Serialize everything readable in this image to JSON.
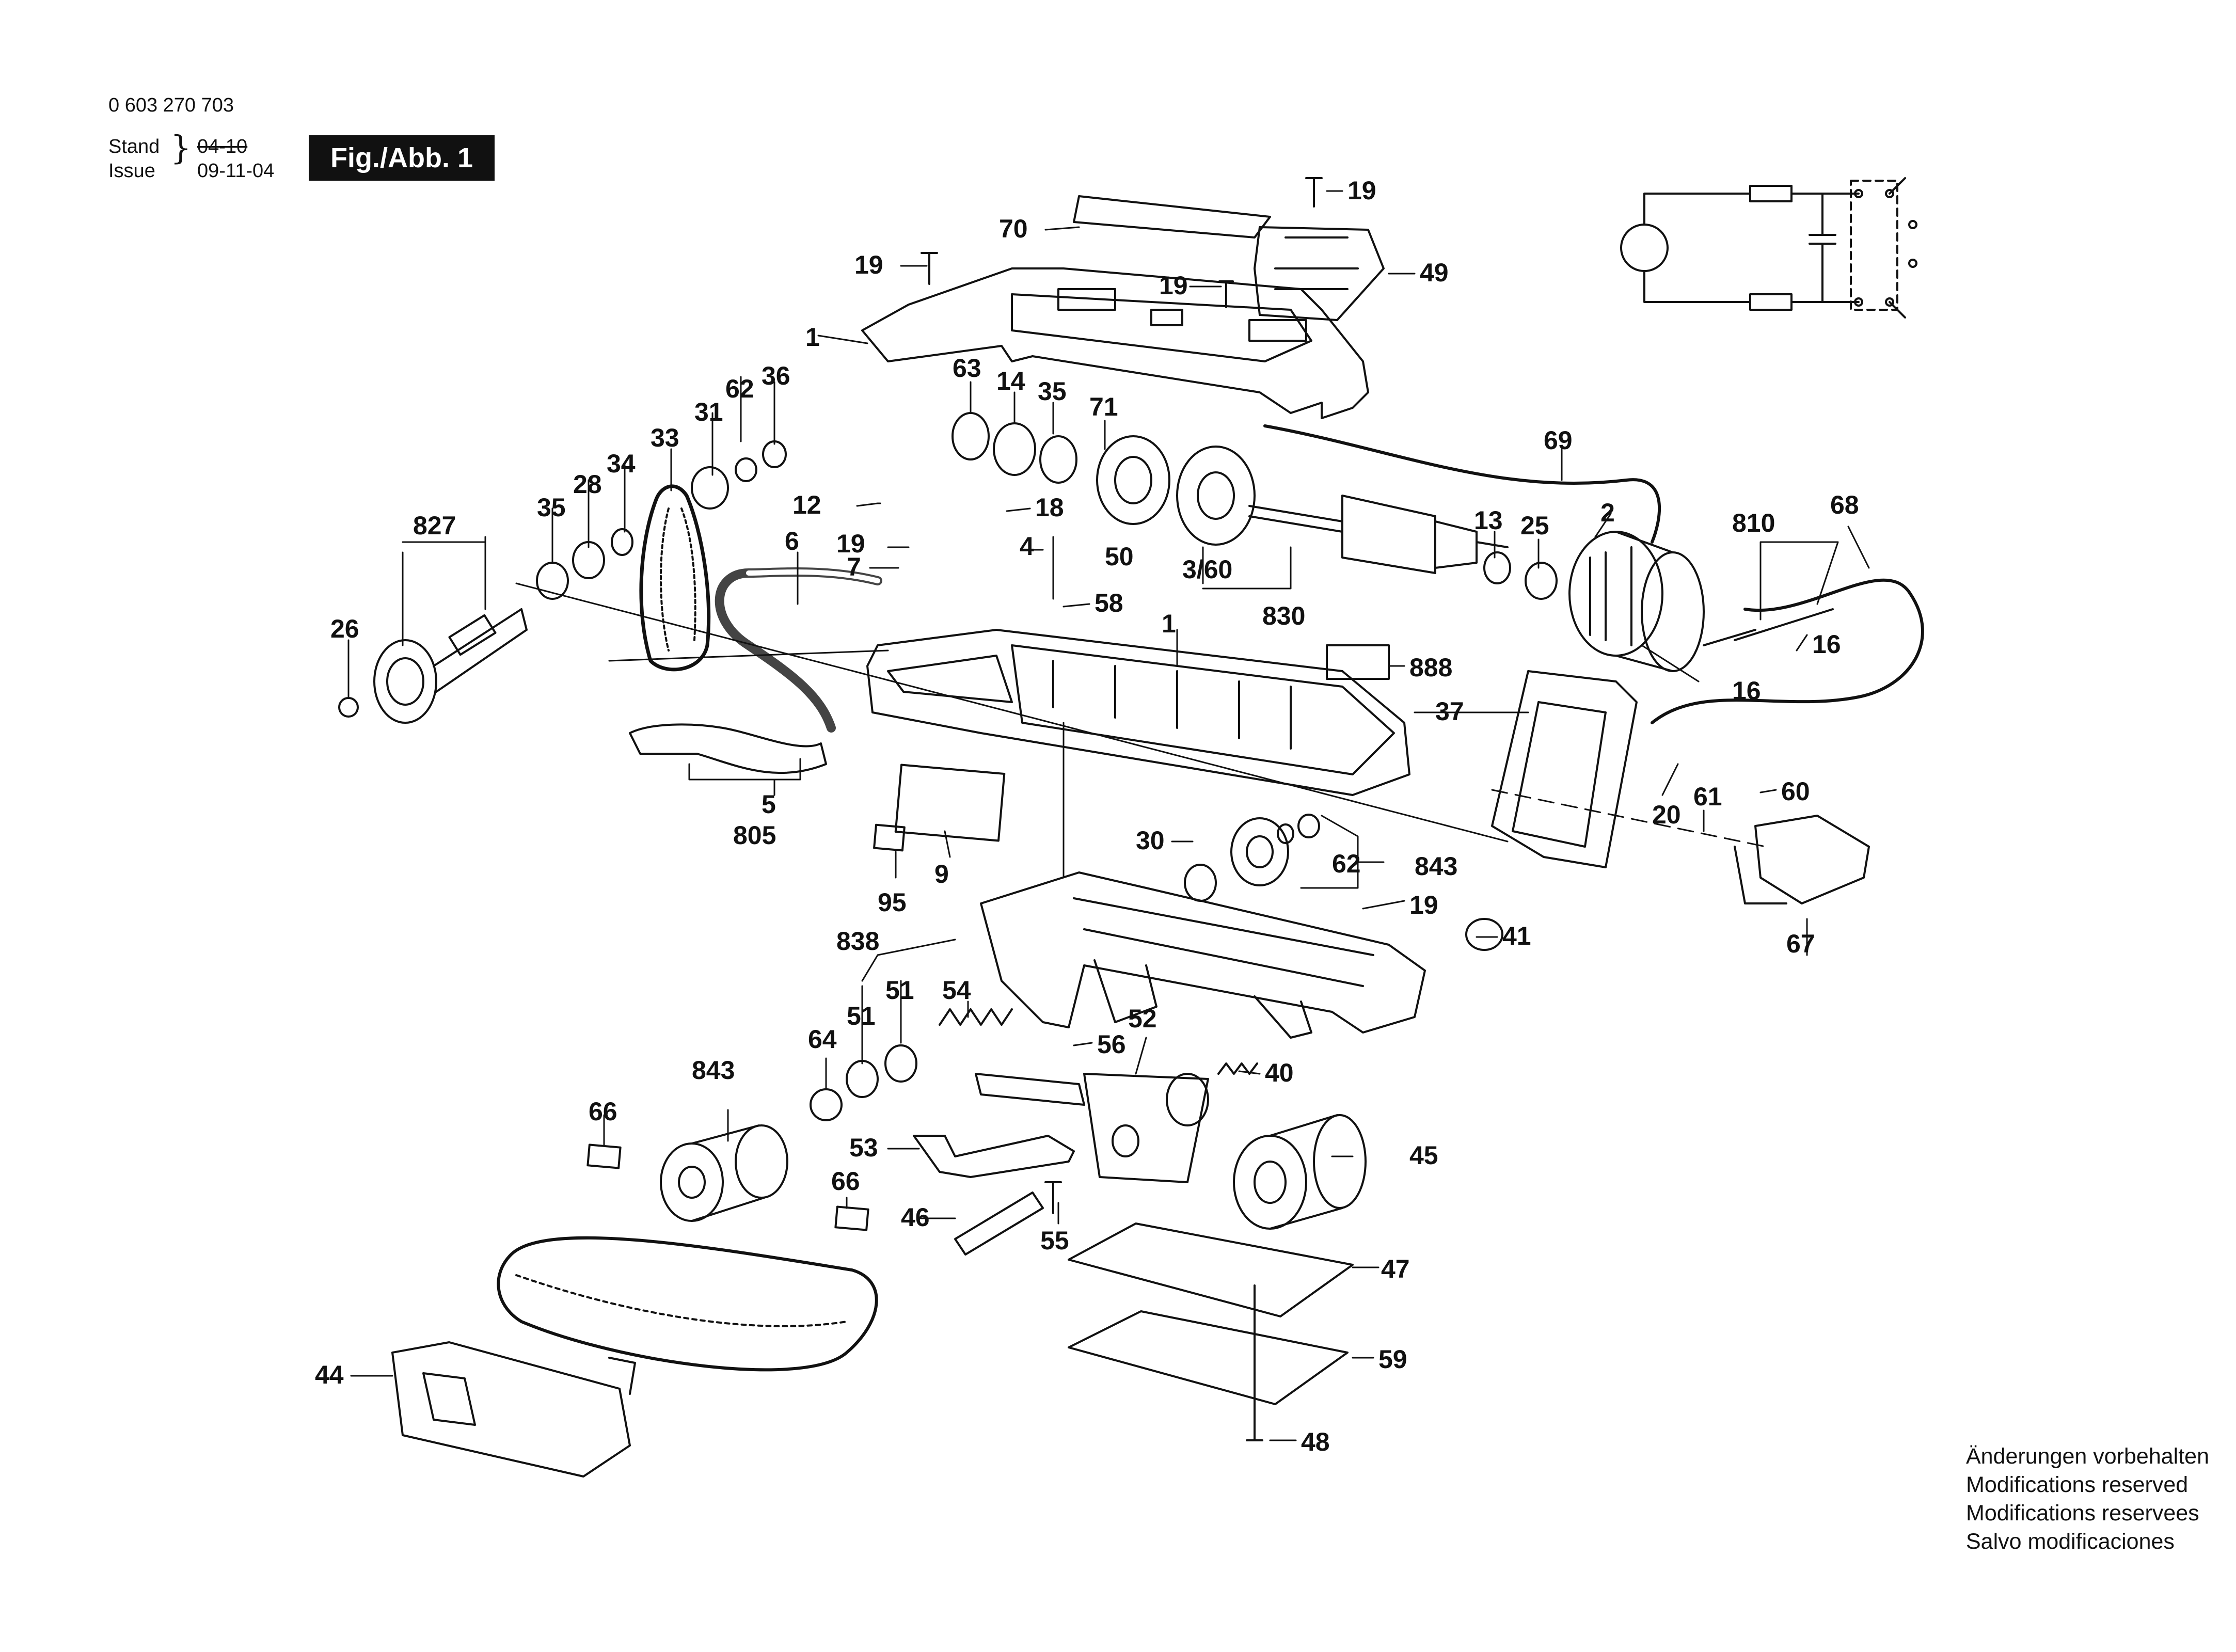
{
  "header": {
    "part_number": "0 603 270 703",
    "stand_label": "Stand",
    "stand_value": "04-10",
    "issue_label": "Issue",
    "issue_value": "09-11-04",
    "figure_label": "Fig./Abb. 1"
  },
  "labels": [
    "19",
    "70",
    "49",
    "19",
    "19",
    "1",
    "63",
    "14",
    "35",
    "71",
    "69",
    "36",
    "62",
    "31",
    "33",
    "34",
    "28",
    "35",
    "827",
    "12",
    "18",
    "6",
    "19",
    "4",
    "50",
    "3/60",
    "830",
    "13",
    "25",
    "2",
    "810",
    "68",
    "7",
    "58",
    "1",
    "26",
    "888",
    "16",
    "37",
    "16",
    "20",
    "61",
    "60",
    "5",
    "805",
    "9",
    "95",
    "30",
    "62",
    "843",
    "19",
    "41",
    "67",
    "838",
    "51",
    "51",
    "54",
    "64",
    "52",
    "56",
    "40",
    "843",
    "66",
    "53",
    "45",
    "66",
    "46",
    "55",
    "47",
    "44",
    "59",
    "48"
  ],
  "notes": {
    "de": "Änderungen vorbehalten",
    "en": "Modifications reserved",
    "fr": "Modifications reservees",
    "es": "Salvo modificaciones"
  }
}
